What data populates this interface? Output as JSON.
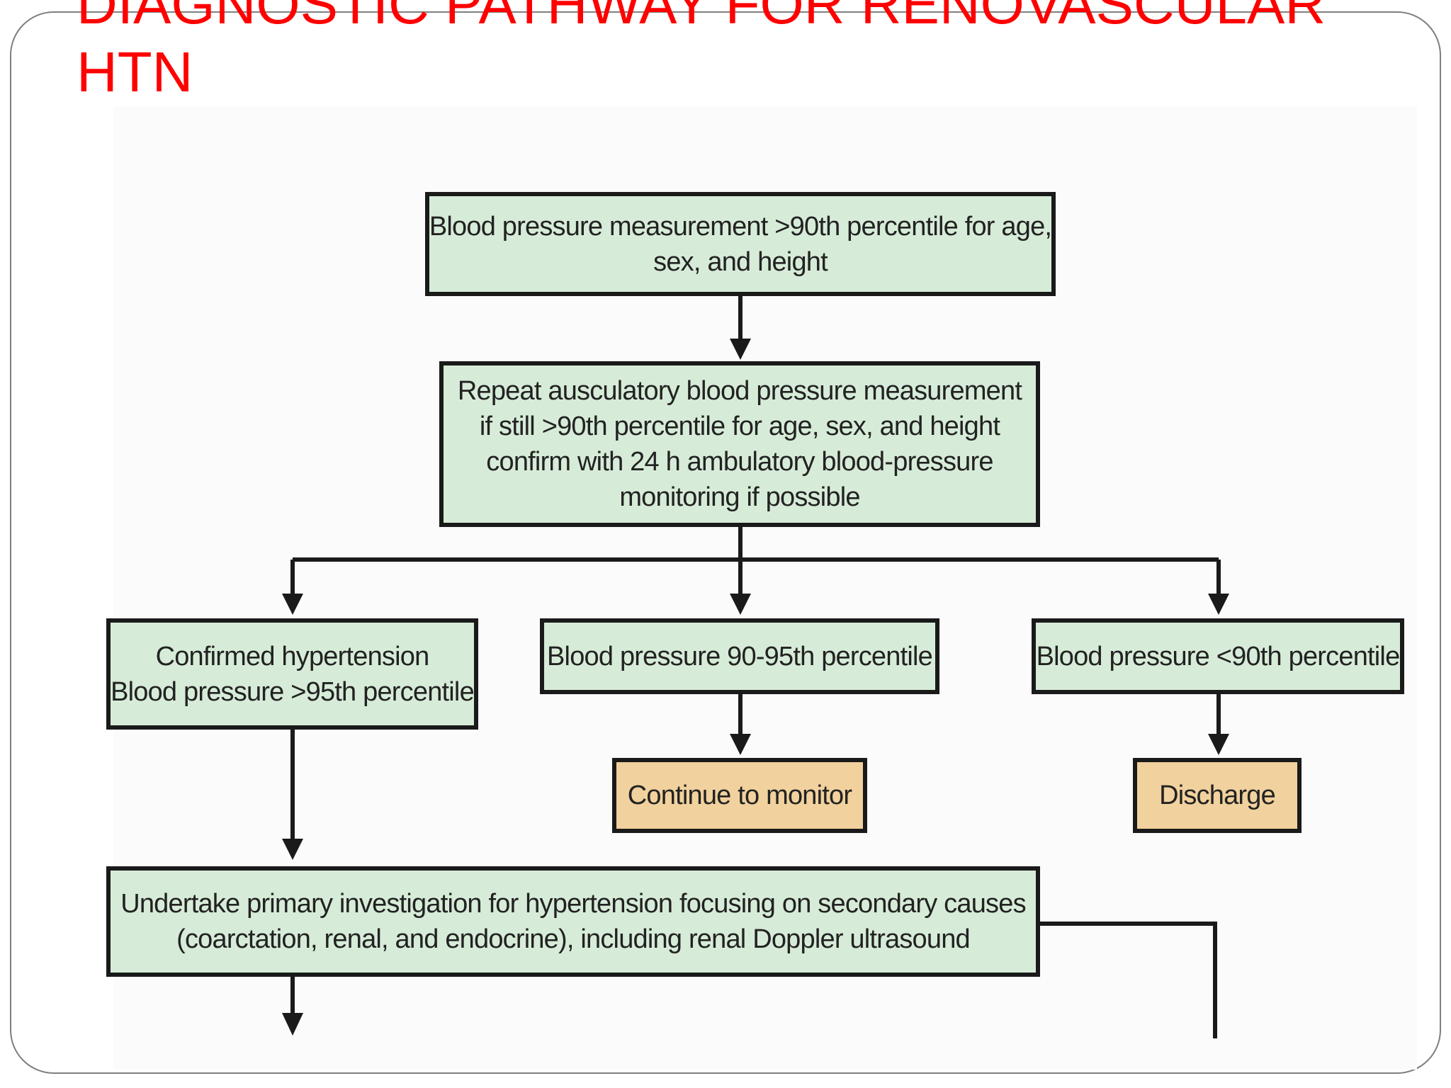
{
  "slide": {
    "title_lines": [
      "DIAGNOSTIC PATHWAY FOR RENOVASCULAR",
      "HTN"
    ]
  },
  "flowchart": {
    "start": {
      "lines": [
        "Blood pressure measurement >90th percentile for age,",
        "sex, and height"
      ]
    },
    "repeat": {
      "lines": [
        "Repeat ausculatory blood pressure measurement",
        "if still >90th percentile for age, sex, and height",
        "confirm with 24 h ambulatory blood-pressure",
        "monitoring if possible"
      ]
    },
    "confirmed": {
      "lines": [
        "Confirmed hypertension",
        "Blood pressure >95th percentile"
      ]
    },
    "bp_90_95": {
      "lines": [
        "Blood pressure 90-95th percentile"
      ]
    },
    "bp_below_90": {
      "lines": [
        "Blood pressure <90th percentile"
      ]
    },
    "continue_monitor": {
      "lines": [
        "Continue to monitor"
      ]
    },
    "discharge": {
      "lines": [
        "Discharge"
      ]
    },
    "investigation": {
      "lines": [
        "Undertake primary investigation for hypertension focusing on secondary causes",
        "(coarctation, renal, and endocrine), including renal Doppler ultrasound"
      ]
    }
  },
  "colors": {
    "title": "#ff0000",
    "process_box": "#d7ecd8",
    "outcome_box": "#f1d19d",
    "border": "#1a1a1a"
  }
}
